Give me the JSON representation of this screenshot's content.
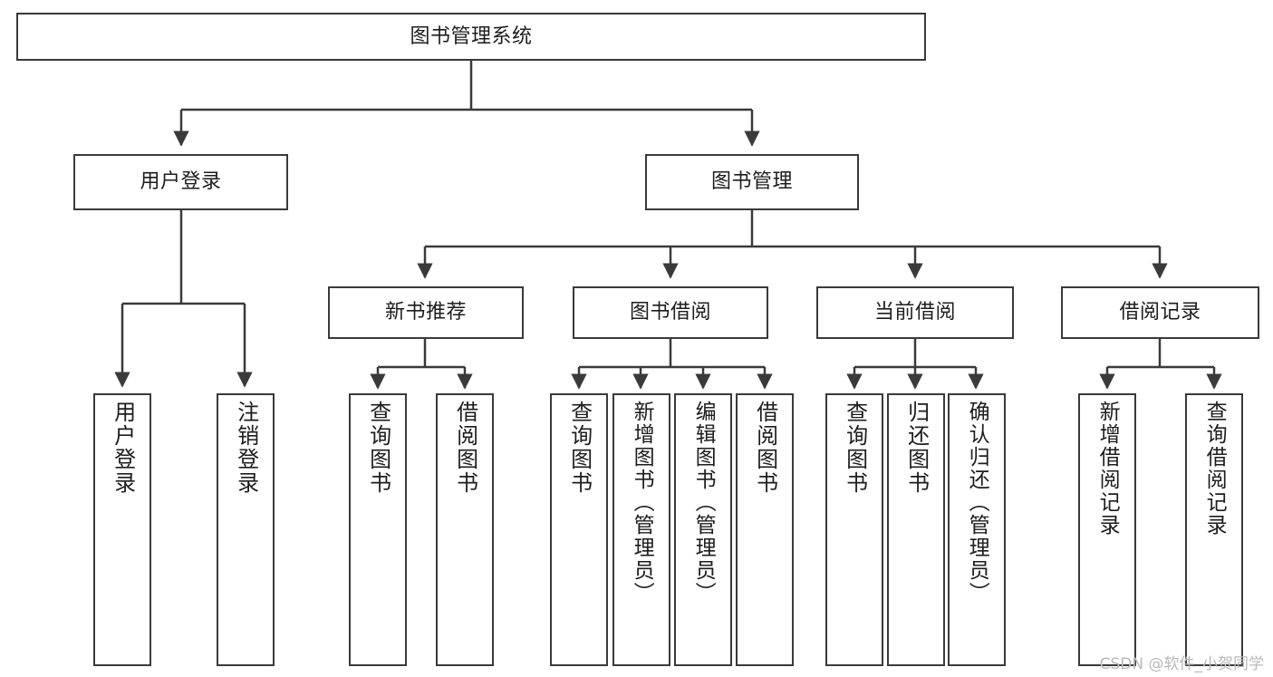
{
  "diagram": {
    "type": "tree-hierarchy-chart",
    "title": "图书管理系统",
    "watermark": "CSDN @软件_小贺同学",
    "colors": {
      "box_border": "#3a3a3a",
      "box_fill": "#ffffff",
      "connector": "#3a3a3a",
      "text": "#1d1d1d",
      "watermark": "#b9b9b9",
      "background": "#ffffff"
    },
    "levels": [
      {
        "level": 1,
        "nodes": [
          {
            "id": "root",
            "label": "图书管理系统",
            "orientation": "horizontal"
          }
        ]
      },
      {
        "level": 2,
        "nodes": [
          {
            "id": "login",
            "label": "用户登录",
            "orientation": "horizontal",
            "parent": "root"
          },
          {
            "id": "bookmgmt",
            "label": "图书管理",
            "orientation": "horizontal",
            "parent": "root"
          }
        ]
      },
      {
        "level": 3,
        "nodes": [
          {
            "id": "recommend",
            "label": "新书推荐",
            "orientation": "horizontal",
            "parent": "bookmgmt"
          },
          {
            "id": "borrow",
            "label": "图书借阅",
            "orientation": "horizontal",
            "parent": "bookmgmt"
          },
          {
            "id": "current",
            "label": "当前借阅",
            "orientation": "horizontal",
            "parent": "bookmgmt"
          },
          {
            "id": "records",
            "label": "借阅记录",
            "orientation": "horizontal",
            "parent": "bookmgmt"
          }
        ]
      },
      {
        "level": 4,
        "nodes": [
          {
            "id": "leaf-user-login",
            "label": "用户登录",
            "orientation": "vertical",
            "parent": "login"
          },
          {
            "id": "leaf-user-logout",
            "label": "注销登录",
            "orientation": "vertical",
            "parent": "login"
          },
          {
            "id": "leaf-rec-query",
            "label": "查询图书",
            "orientation": "vertical",
            "parent": "recommend"
          },
          {
            "id": "leaf-rec-borrow",
            "label": "借阅图书",
            "orientation": "vertical",
            "parent": "recommend"
          },
          {
            "id": "leaf-borrow-query",
            "label": "查询图书",
            "orientation": "vertical",
            "parent": "borrow"
          },
          {
            "id": "leaf-borrow-add",
            "label": "新增图书（管理员）",
            "orientation": "vertical",
            "parent": "borrow"
          },
          {
            "id": "leaf-borrow-edit",
            "label": "编辑图书（管理员）",
            "orientation": "vertical",
            "parent": "borrow"
          },
          {
            "id": "leaf-borrow-lend",
            "label": "借阅图书",
            "orientation": "vertical",
            "parent": "borrow"
          },
          {
            "id": "leaf-current-query",
            "label": "查询图书",
            "orientation": "vertical",
            "parent": "current"
          },
          {
            "id": "leaf-current-return",
            "label": "归还图书",
            "orientation": "vertical",
            "parent": "current"
          },
          {
            "id": "leaf-current-confirm",
            "label": "确认归还（管理员）",
            "orientation": "vertical",
            "parent": "current"
          },
          {
            "id": "leaf-record-add",
            "label": "新增借阅记录",
            "orientation": "vertical",
            "parent": "records"
          },
          {
            "id": "leaf-record-query",
            "label": "查询借阅记录",
            "orientation": "vertical",
            "parent": "records"
          }
        ]
      }
    ]
  }
}
